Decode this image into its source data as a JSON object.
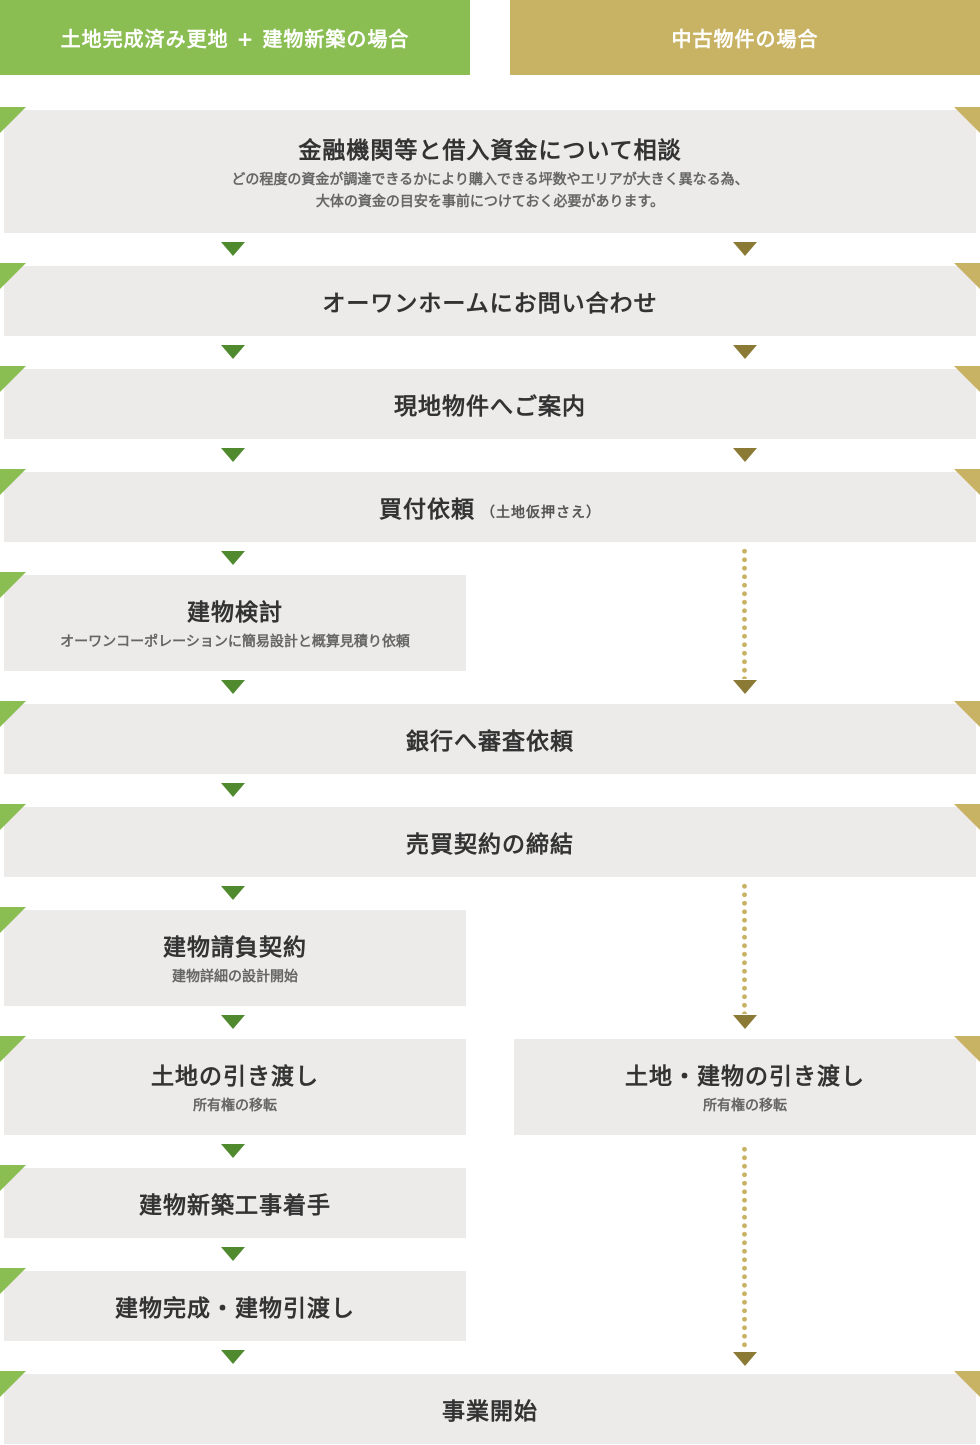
{
  "headers": {
    "new_build": "土地完成済み更地 + 建物新築の場合",
    "used": "中古物件の場合"
  },
  "steps": {
    "s1": {
      "title": "金融機関等と借入資金について相談",
      "sub1": "どの程度の資金が調達できるかにより購入できる坪数やエリアが大きく異なる為、",
      "sub2": "大体の資金の目安を事前につけておく必要があります。"
    },
    "s2": {
      "title": "オーワンホームにお問い合わせ"
    },
    "s3": {
      "title": "現地物件へご案内"
    },
    "s4": {
      "title": "買付依頼",
      "note": "（土地仮押さえ）"
    },
    "s5": {
      "title": "建物検討",
      "sub": "オーワンコーポレーションに簡易設計と概算見積り依頼"
    },
    "s6": {
      "title": "銀行へ審査依頼"
    },
    "s7": {
      "title": "売買契約の締結"
    },
    "s8": {
      "title": "建物請負契約",
      "sub": "建物詳細の設計開始"
    },
    "s9": {
      "title": "土地の引き渡し",
      "sub": "所有権の移転"
    },
    "s9b": {
      "title": "土地・建物の引き渡し",
      "sub": "所有権の移転"
    },
    "s10": {
      "title": "建物新築工事着手"
    },
    "s11": {
      "title": "建物完成・建物引渡し"
    },
    "s12": {
      "title": "事業開始"
    }
  },
  "colors": {
    "green": "#8abd52",
    "gold": "#c8b264",
    "arrow_green": "#4f8a2e",
    "arrow_gold": "#8b7a35",
    "box": "#ecebe9"
  }
}
